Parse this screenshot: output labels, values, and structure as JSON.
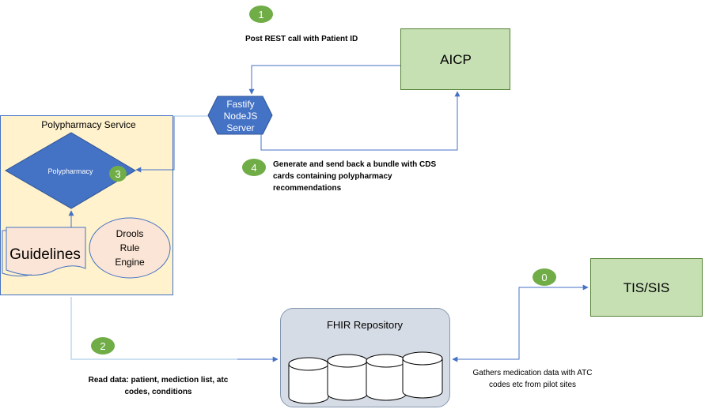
{
  "nodes": {
    "aicp": {
      "label": "AICP"
    },
    "tis_sis": {
      "label": "TIS/SIS"
    },
    "fastify": {
      "line1": "Fastify",
      "line2": "NodeJS",
      "line3": "Server"
    },
    "poly_service": {
      "title": "Polypharmacy Service"
    },
    "polypharmacy": {
      "label": "Polypharmacy"
    },
    "guidelines": {
      "label": "Guidelines"
    },
    "drools": {
      "line1": "Drools",
      "line2": "Rule",
      "line3": "Engine"
    },
    "fhir": {
      "title": "FHIR Repository"
    }
  },
  "steps": {
    "s0": "0",
    "s1": "1",
    "s2": "2",
    "s3": "3",
    "s4": "4"
  },
  "annotations": {
    "post_rest": "Post REST call with Patient ID",
    "generate_line1": "Generate and send back a bundle with CDS",
    "generate_line2": "cards containing polypharmacy",
    "generate_line3": "recommendations",
    "read_line1": "Read data: patient, mediction list, atc",
    "read_line2": "codes, conditions",
    "gathers_line1": "Gathers medication data  with ATC",
    "gathers_line2": "codes etc from pilot sites"
  },
  "colors": {
    "green_box_fill": "#c6e0b4",
    "green_box_stroke": "#548235",
    "step_badge": "#70ad47",
    "hexagon": "#4472c4",
    "service_fill": "#fff2cc",
    "service_stroke": "#4472c4",
    "guidelines_fill": "#fbe5d6",
    "fhir_fill": "#d6dce5",
    "connector": "#4472c4",
    "dotted_connector": "#9dc3e6"
  }
}
